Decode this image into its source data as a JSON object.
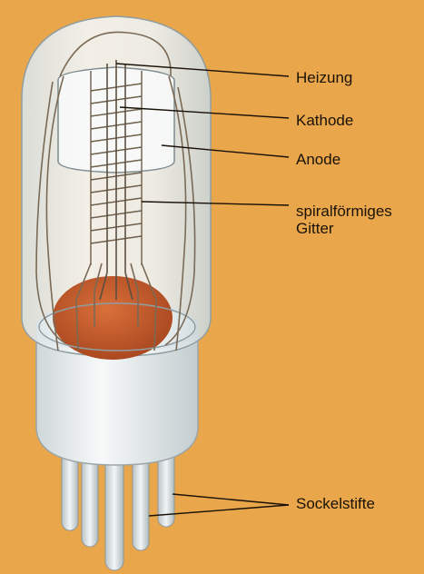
{
  "labels": {
    "heizung": "Heizung",
    "kathode": "Kathode",
    "anode": "Anode",
    "gitter_line1": "spiralförmiges",
    "gitter_line2": "Gitter",
    "sockelstifte": "Sockelstifte"
  },
  "colors": {
    "background": "#e9a64a",
    "glass": "#eef3f4",
    "base": "#f4f6f6",
    "getter": "#c85a2a",
    "wire": "#7a6a55",
    "pin": "#dfe5e6",
    "leader": "#1a1208"
  }
}
